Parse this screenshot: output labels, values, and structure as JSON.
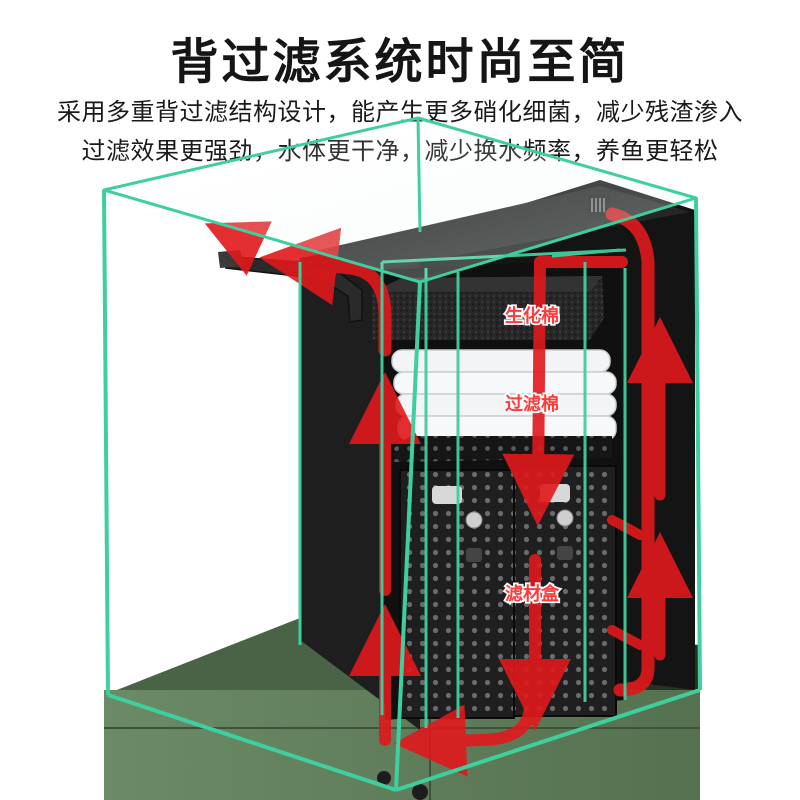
{
  "title": "背过滤系统时尚至简",
  "subtitle_line1": "采用多重背过滤结构设计，能产生更多硝化细菌，减少残渣渗入",
  "subtitle_line2": "过滤效果更强劲，水体更干净，减少换水频率，养鱼更轻松",
  "labels": {
    "bio_sponge": "生化棉",
    "filter_cotton": "过滤棉",
    "media_box": "滤材盒"
  },
  "colors": {
    "flow_arrow": "#e0191c",
    "glass_edge": "#3fcf9f",
    "cabinet": "#5f7d5c",
    "label_text": "#ff3a3a"
  }
}
